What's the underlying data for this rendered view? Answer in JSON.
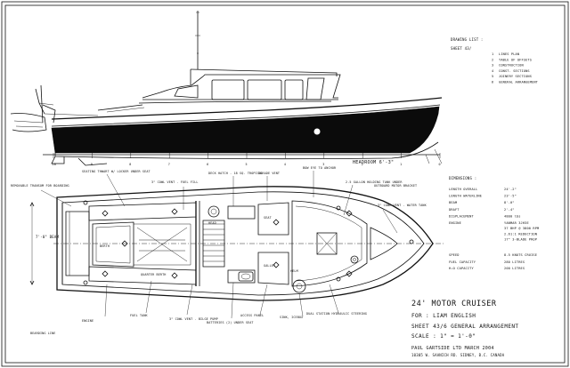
{
  "drawing_list": {
    "heading": "DRAWING LIST :",
    "sheet_label": "SHEET 43/",
    "items": [
      {
        "no": "1",
        "text": "LINES PLAN"
      },
      {
        "no": "2",
        "text": "TABLE OF OFFSETS"
      },
      {
        "no": "3",
        "text": "CONSTRUCTION"
      },
      {
        "no": "4",
        "text": "CONST. SECTIONS"
      },
      {
        "no": "5",
        "text": "JOINERY SECTIONS"
      },
      {
        "no": "6",
        "text": "GENERAL ARRANGEMENT"
      }
    ]
  },
  "dimensions": {
    "heading": "DIMENSIONS :",
    "rows": [
      {
        "label": "LENGTH OVERALL",
        "value": "24'-2\""
      },
      {
        "label": "LENGTH WATERLINE",
        "value": "23'-5\""
      },
      {
        "label": "BEAM",
        "value": "8'-0\""
      },
      {
        "label": "DRAFT",
        "value": "2'-4\""
      },
      {
        "label": "DISPLACEMENT",
        "value": "4800 lbs"
      }
    ],
    "engine_label": "ENGINE",
    "engine_lines": [
      "YANMAR 3JH3E",
      "37 BHP @ 3800 RPM",
      "2.61:1 REDUCTION",
      "17\" 3-BLADE PROP"
    ],
    "speed_label": "SPEED",
    "speed_value": "8.5 KNOTS CRUISE",
    "fuel_label": "FUEL CAPACITY",
    "fuel_value": "280 LITRES",
    "water_label": "H₂O CAPACITY",
    "water_value": "200 LITRES"
  },
  "title_block": {
    "title": "24' MOTOR CRUISER",
    "client": "FOR : LIAM ENGLISH",
    "sheet": "SHEET 43/6  GENERAL ARRANGEMENT",
    "scale": "SCALE : 1\" = 1'-0\"",
    "designer": "PAUL GARTSIDE LTD    MARCH 2004",
    "address": "10305 W. SAANICH RD. SIDNEY, B.C. CANADA"
  },
  "labels": {
    "headroom": "HEADROOM 6'-3\"",
    "top_left_1": "REMOVABLE TRANSOM FOR BOARDING",
    "seating_1": "SEATING THWART W/ LOCKER UNDER SEAT",
    "cockpit_vent": "3\" COWL VENT - FUEL FILL",
    "ladder": "DECK HATCH - 18 SQ. TROPICAL",
    "dorade": "DORADE VENT",
    "bow_eye": "BOW EYE TO ANCHOR",
    "anchor_locker": "2.5 GALLON HOLDING TANK UNDER",
    "bow_vent": "3\" COWL VENT - WATER TANK",
    "seat": "SEAT",
    "head": "HEAD",
    "galley": "GALLEY",
    "helm": "HELM",
    "quarter_berth": "QUARTER BERTH",
    "left_berth": "BERTH",
    "bottom_label_1": "ENGINE",
    "bottom_label_2": "FUEL TANK",
    "bottom_label_3": "3\" COWL VENT - BILGE PUMP",
    "bottom_label_4": "BATTERIES (2) UNDER SEAT",
    "bottom_label_5": "ACCESS PANEL",
    "bottom_label_6": "SINK, ICEBOX",
    "bottom_label_7": "DUAL STATION HYDRAULIC STEERING",
    "transom_step": "BEARDING LINE",
    "side_label": "OUTBOARD MOTOR BRACKET"
  },
  "station_numbers": [
    "10",
    "9",
    "8",
    "7",
    "6",
    "5",
    "4",
    "3",
    "2",
    "1",
    "0"
  ],
  "arrow_label": "7'-0\" BEAM"
}
